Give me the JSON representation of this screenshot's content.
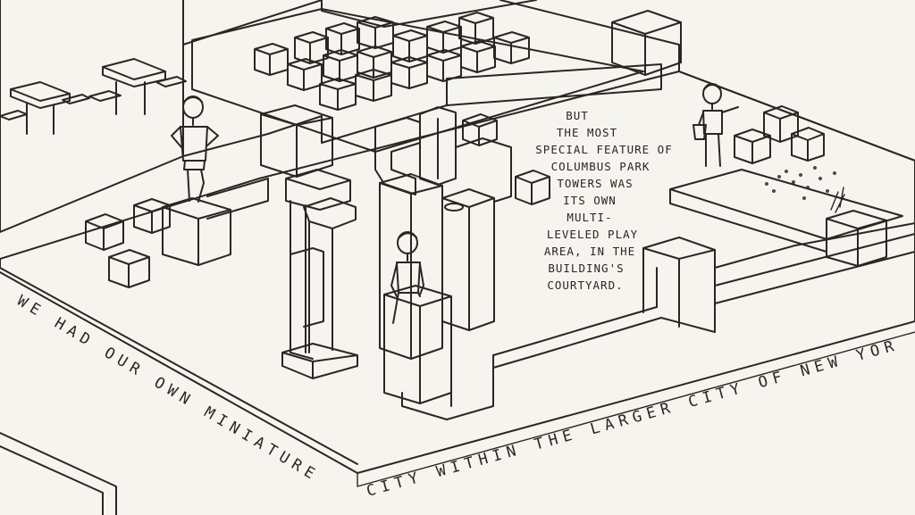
{
  "caption": {
    "lines": [
      "BUT",
      "THE MOST",
      "SPECIAL FEATURE OF",
      "COLUMBUS PARK",
      "TOWERS WAS",
      "ITS OWN",
      "MULTI-",
      "LEVELED PLAY",
      "AREA, IN THE",
      "BUILDING'S",
      "COURTYARD."
    ]
  },
  "headline": {
    "part1": "WE HAD OUR OWN MINIATURE",
    "part2": "CITY WITHIN THE LARGER CITY OF NEW YORK."
  },
  "palette": {
    "paper": "#f6f4ef",
    "ink": "#2a2622"
  }
}
